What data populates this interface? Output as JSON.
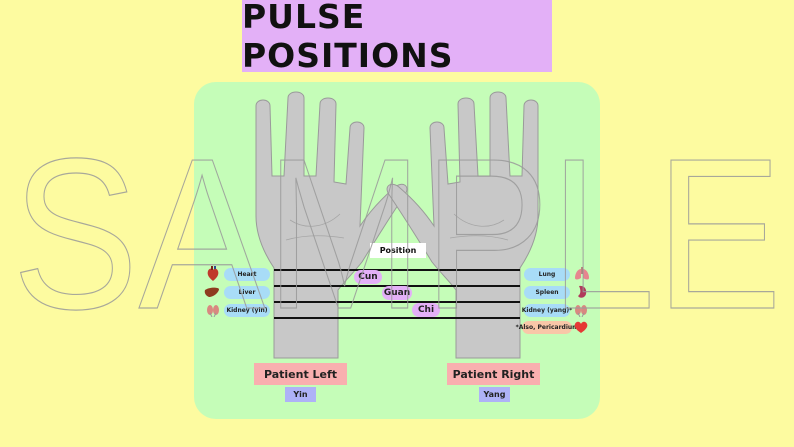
{
  "title": "PULSE POSITIONS",
  "position_label": "Position",
  "left_organs": [
    "Heart",
    "Liver",
    "Kidney (yin)"
  ],
  "right_organs": [
    "Lung",
    "Spleen",
    "Kidney (yang)*"
  ],
  "note": "*Also, Pericardium",
  "positions": [
    "Cun",
    "Guan",
    "Chi"
  ],
  "patient_left": "Patient Left",
  "patient_right": "Patient Right",
  "yin": "Yin",
  "yang": "Yang",
  "watermark": "SAMPLE",
  "colors": {
    "background": "#FDFBA0",
    "title_box": "#E3B0F7",
    "panel": "#C5FDB8",
    "organ_pill": "#A8DCF7",
    "note_pill": "#F9C7A8",
    "patient_label": "#F9AFAF",
    "yin_yang_label": "#AEB2F7"
  },
  "icons": [
    "heart-organ-icon",
    "liver-icon",
    "kidney-icon",
    "lung-icon",
    "spleen-icon",
    "kidney-icon",
    "heart-icon"
  ]
}
